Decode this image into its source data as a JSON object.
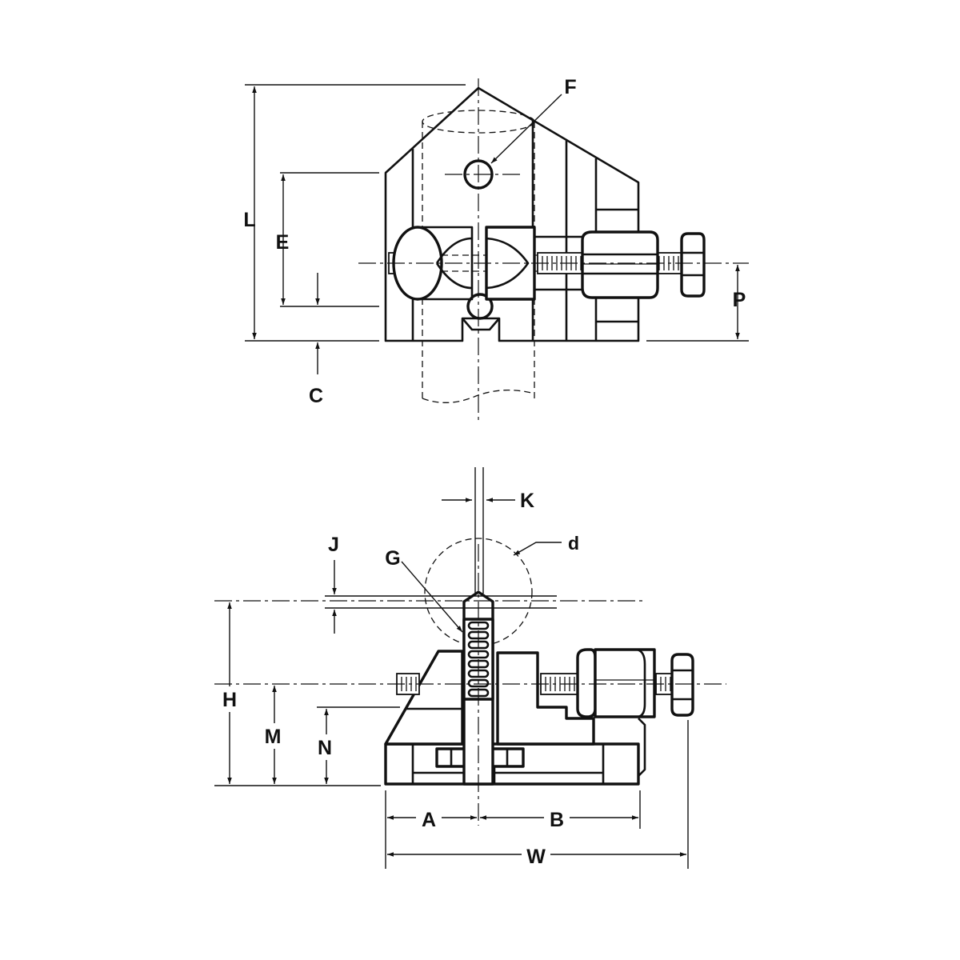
{
  "top_view": {
    "labels": {
      "L": "L",
      "E": "E",
      "F": "F",
      "P": "P",
      "C": "C"
    }
  },
  "front_view": {
    "labels": {
      "K": "K",
      "J": "J",
      "G": "G",
      "d": "d",
      "H": "H",
      "M": "M",
      "N": "N",
      "A": "A",
      "B": "B",
      "W": "W"
    }
  }
}
